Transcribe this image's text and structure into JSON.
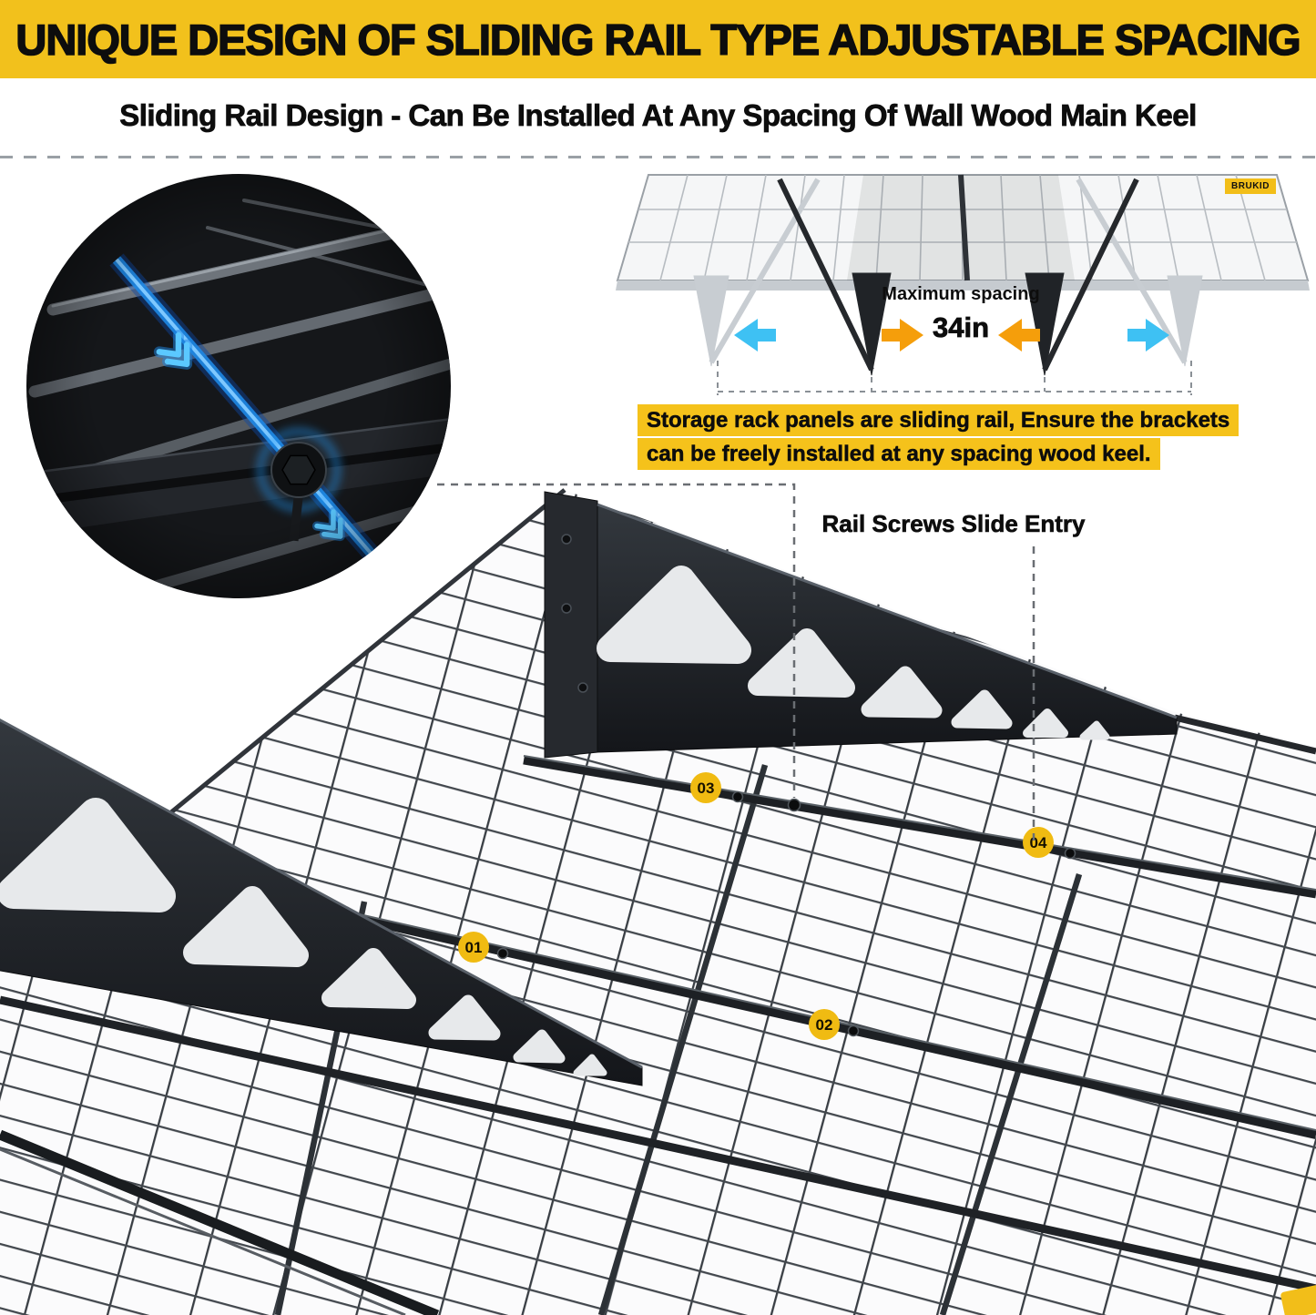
{
  "header": {
    "title": "UNIQUE DESIGN OF SLIDING RAIL TYPE ADJUSTABLE SPACING"
  },
  "subheader": {
    "text": "Sliding Rail Design - Can Be Installed At Any Spacing Of Wall Wood Main Keel"
  },
  "spacing_diagram": {
    "brand": "BRUKID",
    "label": "Maximum spacing",
    "value": "34in"
  },
  "note": {
    "line1": "Storage rack panels are sliding rail, Ensure the brackets",
    "line2": "can be freely installed at any spacing wood keel."
  },
  "callout": {
    "text": "Rail Screws Slide Entry"
  },
  "markers": [
    "01",
    "02",
    "03",
    "04"
  ],
  "icons": {
    "slide_out_arrows": "cyan-arrow",
    "spacing_arrows": "orange-arrow",
    "rail_direction": "blue-chevron",
    "fastener": "bolt-glow-icon",
    "zoom_view": "zoom-circle"
  },
  "colors": {
    "banner_yellow": "#F2C11C",
    "highlight_yellow": "#F5C21B",
    "badge_yellow": "#F0BB12",
    "arrow_orange": "#F59E0B",
    "arrow_cyan": "#3EC1F3",
    "rail_glow_blue": "#2E9BFF"
  }
}
